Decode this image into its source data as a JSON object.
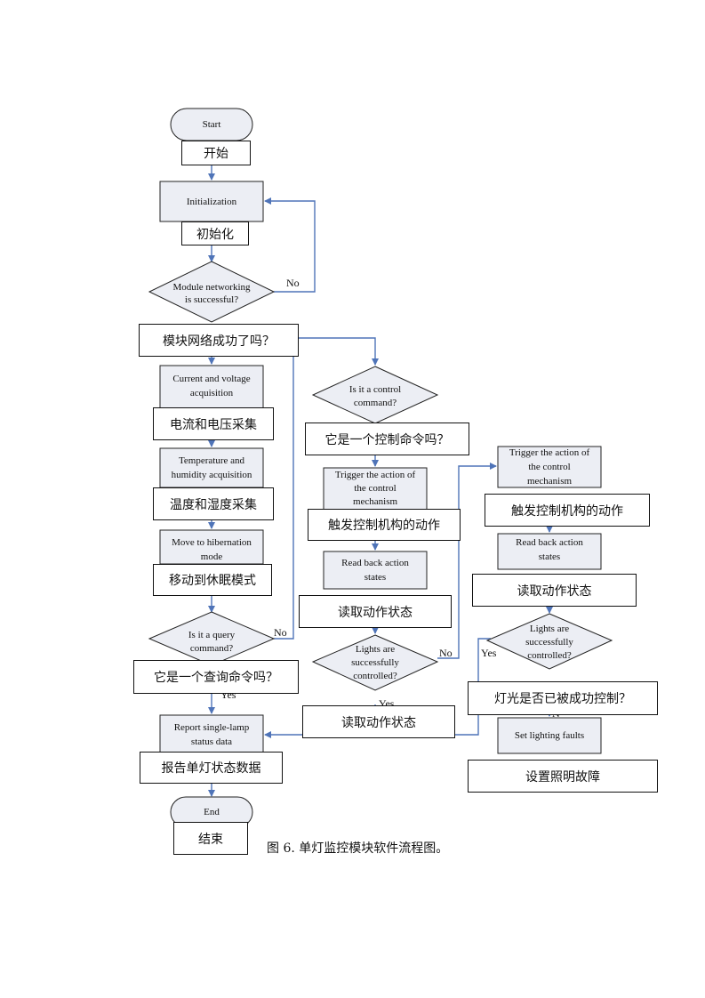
{
  "nodes": {
    "start": "Start",
    "start_cn": "开始",
    "init_l1": "Initialization",
    "init_cn": "初始化",
    "netq_l1": "Module networking",
    "netq_l2": "is successful?",
    "netq_cn": "模块网络成功了吗？",
    "cv_l1": "Current and voltage",
    "cv_l2": "acquisition",
    "cv_cn": "电流和电压采集",
    "th_l1": "Temperature and",
    "th_l2": "humidity acquisition",
    "th_cn": "温度和湿度采集",
    "hib_l1": "Move to hibernation",
    "hib_l2": "mode",
    "hib_cn": "移动到休眠模式",
    "qq_l1": "Is it a query",
    "qq_l2": "command?",
    "qq_cn": "它是一个查询命令吗？",
    "rep_l1": "Report single-lamp",
    "rep_l2": "status data",
    "rep_cn": "报告单灯状态数据",
    "end": "End",
    "end_cn": "结束",
    "ctlq_l1": "Is it a control",
    "ctlq_l2": "command?",
    "ctlq_cn": "它是一个控制命令吗？",
    "trig_l1": "Trigger the action of",
    "trig_l2": "the control",
    "trig_l3": "mechanism",
    "trig_cn": "触发控制机构的动作",
    "rb_l1": "Read back action",
    "rb_l2": "states",
    "rb_cn": "读取动作状态",
    "lq_l1": "Lights are",
    "lq_l2": "successfully",
    "lq_l3": "controlled?",
    "mid_cn": "读取动作状态",
    "trig2_l1": "Trigger the action of",
    "trig2_l2": "the control",
    "trig2_l3": "mechanism",
    "trig2_cn": "触发控制机构的动作",
    "rb2_l1": "Read back action",
    "rb2_l2": "states",
    "rb2_cn": "读取动作状态",
    "lq2_l1": "Lights are",
    "lq2_l2": "successfully",
    "lq2_l3": "controlled?",
    "lq2_cn": "灯光是否已被成功控制？",
    "fault_l1": "Set lighting faults",
    "fault_cn": "设置照明故障"
  },
  "edge_labels": {
    "no1": "No",
    "no2": "No",
    "yes1": "Yes",
    "no3": "No",
    "yes2": "Yes",
    "yes3": "Yes",
    "n_partial": "N"
  },
  "caption": "图 6. 单灯监控模块软件流程图。",
  "colors": {
    "arrow": "#4f74b8",
    "node_fill": "#eceef4"
  }
}
